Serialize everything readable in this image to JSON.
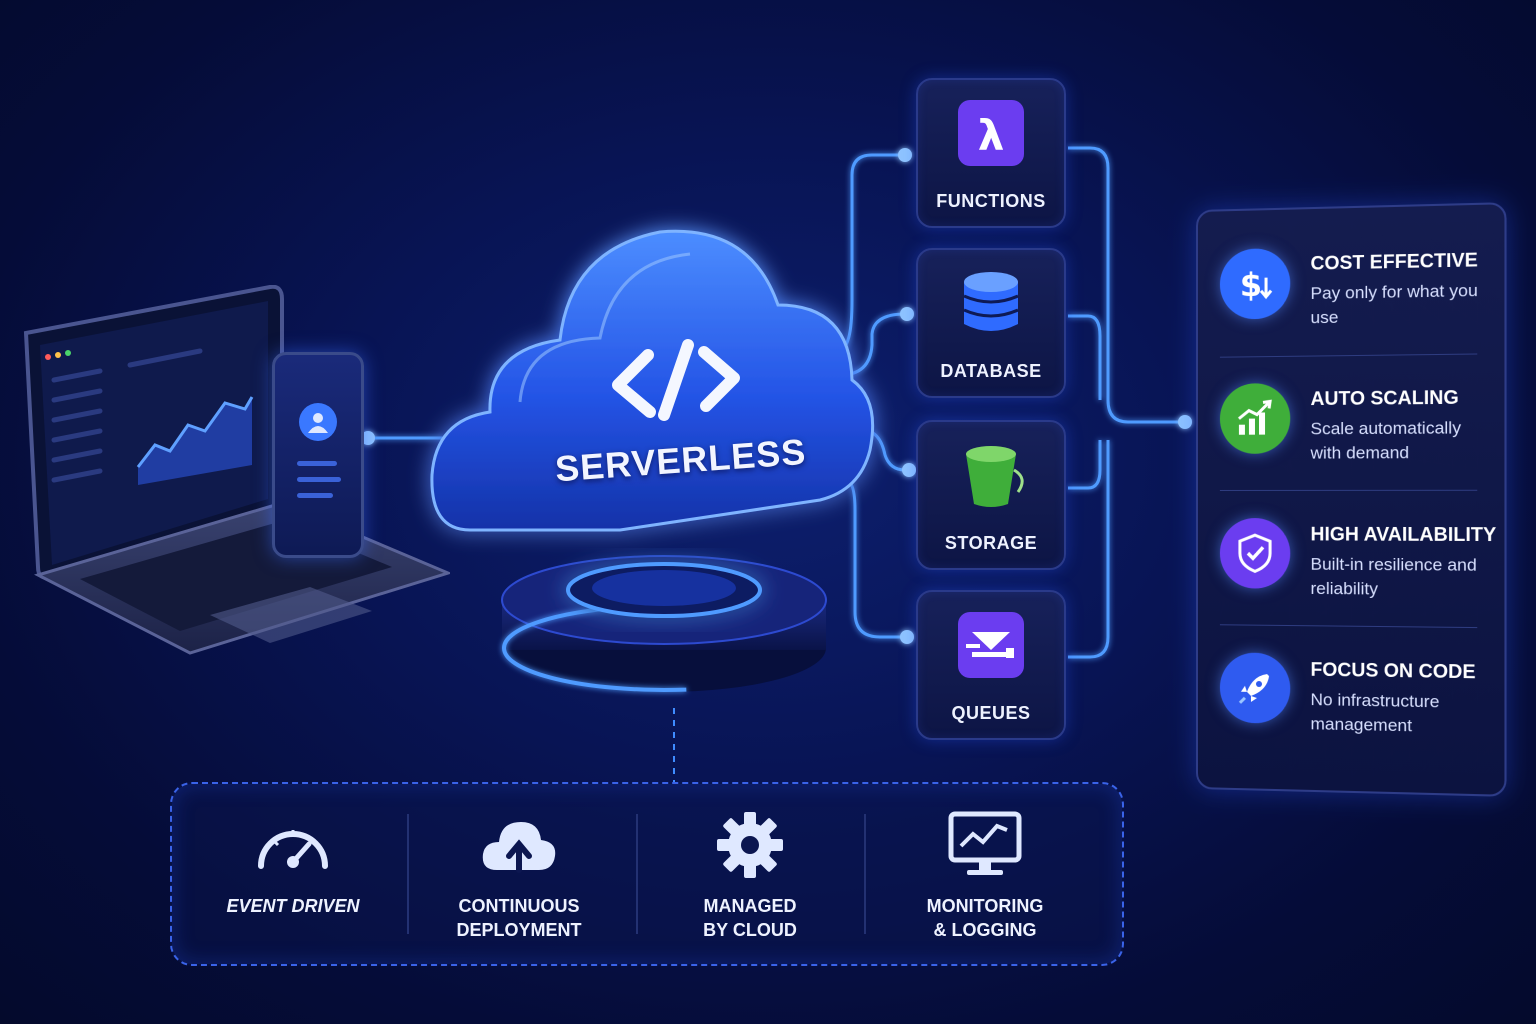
{
  "colors": {
    "accent": "#3f8cff",
    "glow": "#4f9bff",
    "background": "#081454",
    "functions_icon": "#6b3df0",
    "database_icon": "#2f6bff",
    "storage_icon": "#3fae3a",
    "queues_icon": "#6b3df0",
    "cost_icon": "#2f6bff",
    "scaling_icon": "#3fae3a",
    "availability_icon": "#6b3df0",
    "focus_icon": "#2f5bf0"
  },
  "cloud": {
    "label": "SERVERLESS",
    "icon": "code-brackets-icon"
  },
  "services": [
    {
      "label": "FUNCTIONS",
      "icon": "lambda-icon"
    },
    {
      "label": "DATABASE",
      "icon": "database-icon"
    },
    {
      "label": "STORAGE",
      "icon": "bucket-icon"
    },
    {
      "label": "QUEUES",
      "icon": "envelope-queue-icon"
    }
  ],
  "benefits": [
    {
      "title": "COST EFFECTIVE",
      "description": "Pay only for what you use",
      "icon": "dollar-icon"
    },
    {
      "title": "AUTO SCALING",
      "description": "Scale automatically with demand",
      "icon": "growth-chart-icon"
    },
    {
      "title": "HIGH AVAILABILITY",
      "description": "Built-in resilience and reliability",
      "icon": "shield-check-icon"
    },
    {
      "title": "FOCUS ON CODE",
      "description": "No infrastructure management",
      "icon": "rocket-icon"
    }
  ],
  "features": [
    {
      "label": "EVENT DRIVEN",
      "icon": "speedometer-icon"
    },
    {
      "label": "CONTINUOUS\nDEPLOYMENT",
      "icon": "cloud-upload-icon"
    },
    {
      "label": "MANAGED\nBY CLOUD",
      "icon": "gear-icon"
    },
    {
      "label": "MONITORING\n& LOGGING",
      "icon": "monitor-chart-icon"
    }
  ]
}
